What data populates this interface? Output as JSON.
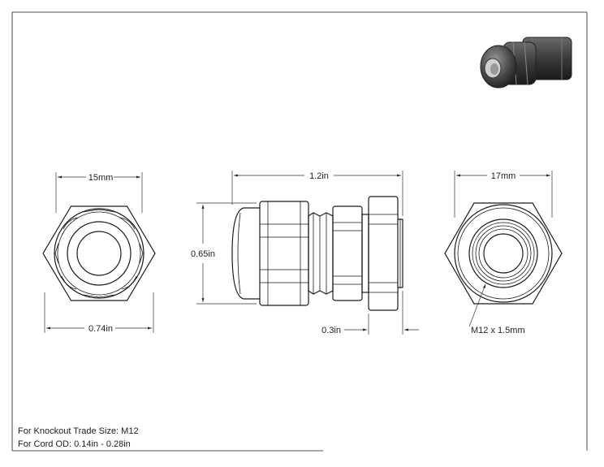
{
  "dimensions": {
    "front_width_top": "15mm",
    "front_width_bottom": "0.74in",
    "side_length": "1.2in",
    "side_height": "0.65in",
    "side_thread_length": "0.3in",
    "back_width": "17mm",
    "thread_spec": "M12 x 1.5mm"
  },
  "notes": {
    "knockout": "For Knockout Trade Size: M12",
    "cord_od": "For Cord OD: 0.14in - 0.28in"
  }
}
